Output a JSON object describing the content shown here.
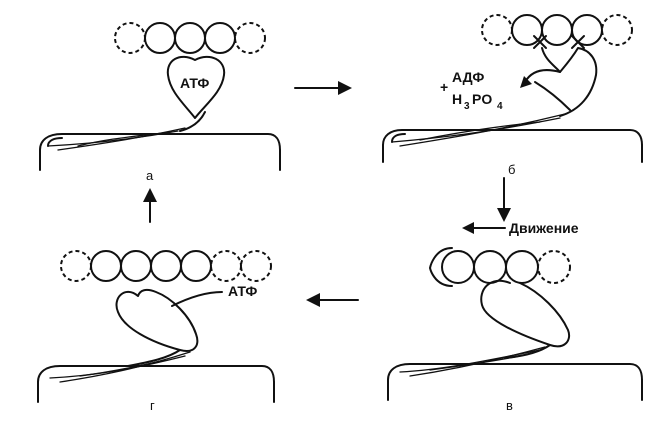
{
  "panels": {
    "a": {
      "letter": "а",
      "atp_label": "АТФ"
    },
    "b": {
      "letter": "б",
      "adp_plus": "+",
      "adp_label": "АДФ",
      "phosphate_h": "H",
      "phosphate_h_sub": "3",
      "phosphate_po": "PO",
      "phosphate_po_sub": "4"
    },
    "c": {
      "letter": "в",
      "movement_label": "Движение"
    },
    "d": {
      "letter": "г",
      "atp_label": "АТФ"
    }
  }
}
